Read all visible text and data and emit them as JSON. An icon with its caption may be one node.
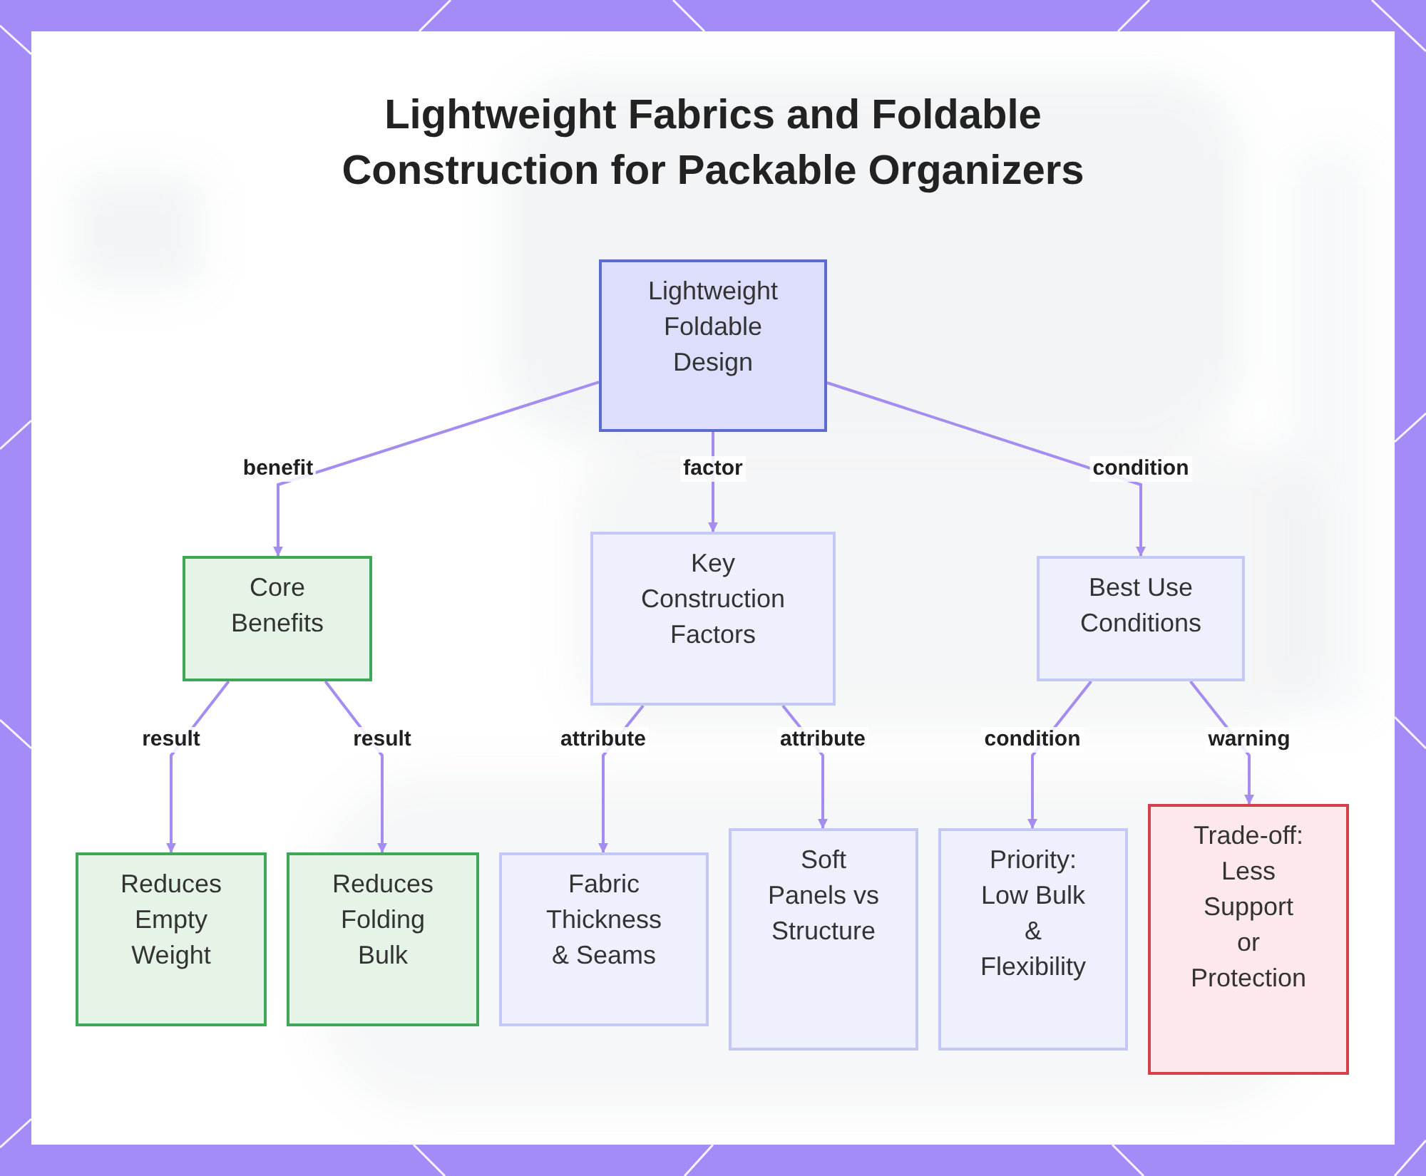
{
  "diagram": {
    "title": "Lightweight Fabrics and Foldable Construction for Packable Organizers",
    "nodes": [
      {
        "text": [
          "Lightweight Foldable Design"
        ]
      },
      {
        "text": [
          "Core Benefits"
        ]
      },
      {
        "text": [
          "Key Construction Factors"
        ]
      },
      {
        "text": [
          "Best Use Conditions"
        ]
      },
      {
        "text": [
          "Reduces Empty Weight"
        ]
      },
      {
        "text": [
          "Reduces Folding Bulk"
        ]
      },
      {
        "text": [
          "Fabric Thickness & Seams"
        ]
      },
      {
        "text": [
          "Soft Panels vs Structure"
        ]
      },
      {
        "text": [
          "Priority: Low Bulk & Flexibility"
        ]
      },
      {
        "text": [
          "Trade-off: Less Support or Protection"
        ]
      }
    ],
    "edges": [
      {
        "from": 0,
        "to": 1,
        "arrow": "to",
        "label": "benefit"
      },
      {
        "from": 0,
        "to": 2,
        "arrow": "to",
        "label": "factor"
      },
      {
        "from": 0,
        "to": 3,
        "arrow": "to",
        "label": "condition"
      },
      {
        "from": 1,
        "to": 4,
        "arrow": "to",
        "label": "result"
      },
      {
        "from": 1,
        "to": 5,
        "arrow": "to",
        "label": "result"
      },
      {
        "from": 2,
        "to": 6,
        "arrow": "to",
        "label": "attribute"
      },
      {
        "from": 2,
        "to": 7,
        "arrow": "to",
        "label": "attribute"
      },
      {
        "from": 3,
        "to": 8,
        "arrow": "to",
        "label": "condition"
      },
      {
        "from": 3,
        "to": 9,
        "arrow": "to",
        "label": "warning"
      }
    ]
  }
}
